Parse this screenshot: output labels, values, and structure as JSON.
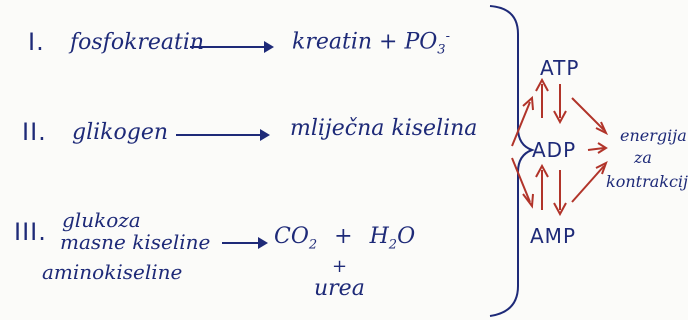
{
  "colors": {
    "ink": "#1e2a78",
    "red_ink": "#b1342a",
    "paper": "#fbfbf9"
  },
  "rows": [
    {
      "numeral": "I.",
      "substrate": "fosfokreatin",
      "product": "kreatin + PO",
      "product_sub": "3",
      "product_sup": "-"
    },
    {
      "numeral": "II.",
      "substrate": "glikogen",
      "product": "mliječna kiselina"
    },
    {
      "numeral": "III.",
      "substrate_line1": "glukoza",
      "substrate_line2": "masne kiseline",
      "substrate_line3": "aminokiseline",
      "product_co2": "CO",
      "product_co2_sub": "2",
      "product_plus": "+",
      "product_h2o_h": "H",
      "product_h2o_sub": "2",
      "product_h2o_o": "O",
      "product_plus2": "+",
      "product_urea": "urea"
    }
  ],
  "cycle": {
    "atp": "ATP",
    "adp": "ADP",
    "amp": "AMP",
    "energy_line1": "energija",
    "energy_line2": "za",
    "energy_line3": "kontrakciju"
  }
}
